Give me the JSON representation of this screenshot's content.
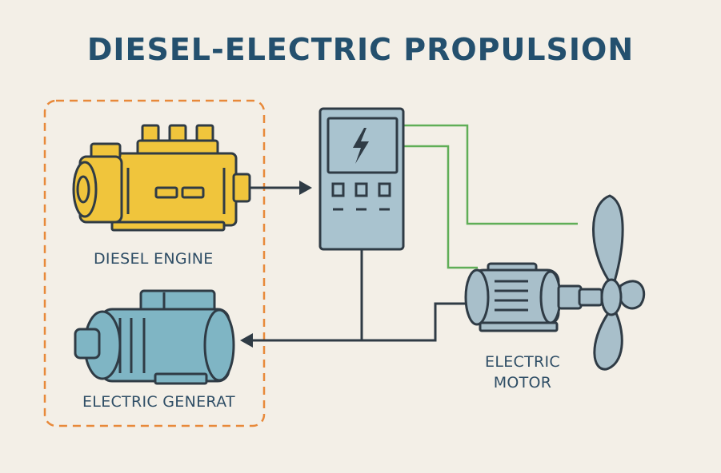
{
  "title": "DIESEL-ELECTRIC PROPULSION",
  "components": {
    "engine": {
      "label": "DIESEL ENGINE",
      "icon": "diesel-engine-icon"
    },
    "generator": {
      "label": "ELECTRIC GENERAT",
      "icon": "generator-icon"
    },
    "controller": {
      "icon": "lightning-bolt-icon"
    },
    "motor": {
      "label_line1": "ELECTRIC",
      "label_line2": "MOTOR",
      "icon": "electric-motor-icon"
    },
    "propeller": {
      "icon": "propeller-icon"
    }
  },
  "colors": {
    "background": "#f3efe7",
    "title": "#24506e",
    "engine": "#f0c53c",
    "generator": "#7fb5c4",
    "controller": "#a9c3cf",
    "motor": "#a8bfca",
    "outline": "#2f3b45",
    "dashed_group": "#e8893a",
    "power_lines": "#5fae57"
  }
}
